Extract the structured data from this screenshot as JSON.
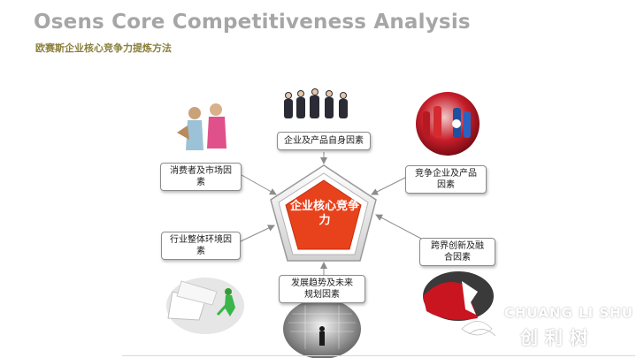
{
  "slide": {
    "title": "Osens Core Competitiveness Analysis",
    "subtitle": "欧赛斯企业核心竞争力提炼方法"
  },
  "core": {
    "label": "企业核心竞争力",
    "fill_color": "#e8421c"
  },
  "factors": {
    "top": "企业及产品自身因素",
    "left_upper": "消费者及市场因素",
    "left_lower": "行业整体环境因素",
    "right_upper": "竞争企业及产品因素",
    "right_lower": "跨界创新及融合因素",
    "bottom": "发展趋势及未来规划因素"
  },
  "colors": {
    "title": "#a6a6a6",
    "subtitle": "#8a7f3c",
    "accent": "#e8421c",
    "arrow": "#8c8c8c"
  },
  "watermark": {
    "english": "CHUANG LI SHU",
    "chinese": "创利树"
  }
}
